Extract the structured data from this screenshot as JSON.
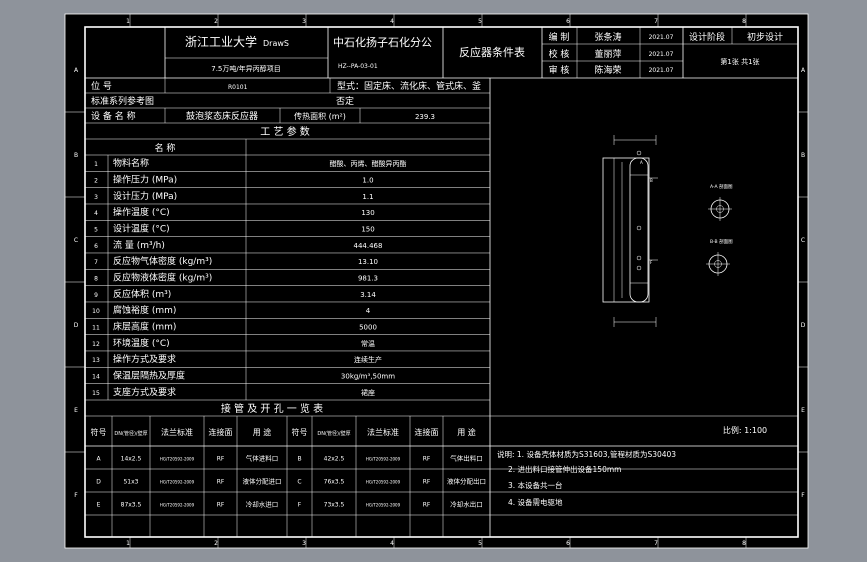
{
  "title_block": {
    "university": "浙江工业大学",
    "software": "DrawS",
    "project": "7.5万吨/年异丙醇项目",
    "company": "中石化扬子石化分公",
    "drawing_no": "HZ--PA-03-01",
    "sheet_title": "反应器条件表",
    "roles": [
      {
        "role": "编  制",
        "name": "张条涛",
        "date": "2021.07"
      },
      {
        "role": "校  核",
        "name": "董丽萍",
        "date": "2021.07"
      },
      {
        "role": "审  核",
        "name": "陈海荣",
        "date": "2021.07"
      }
    ],
    "stage_label": "设计阶段",
    "stage_value": "初步设计",
    "sheet_info": "第1张    共1张"
  },
  "header": {
    "position_label": "位    号",
    "position_value": "R0101",
    "type_text": "型式：固定床、流化床、管式床、釜",
    "standard_label": "标准系列参考图",
    "standard_value": "否定",
    "equipment_label": "设 备 名 称",
    "equipment_value": "鼓泡浆态床反应器",
    "area_label": "传热面积 (m²)",
    "area_value": "239.3"
  },
  "process": {
    "title": "工  艺  参  数",
    "col_name": "名        称",
    "rows": [
      {
        "no": "1",
        "name": "物料名称",
        "value": "醋酸、丙烯、醋酸异丙酯"
      },
      {
        "no": "2",
        "name": "操作压力 (MPa)",
        "value": "1.0"
      },
      {
        "no": "3",
        "name": "设计压力 (MPa)",
        "value": "1.1"
      },
      {
        "no": "4",
        "name": "操作温度 (°C)",
        "value": "130"
      },
      {
        "no": "5",
        "name": "设计温度 (°C)",
        "value": "150"
      },
      {
        "no": "6",
        "name": "流  量  (m³/h)",
        "value": "444.468"
      },
      {
        "no": "7",
        "name": "反应物气体密度 (kg/m³)",
        "value": "13.10"
      },
      {
        "no": "8",
        "name": "反应物液体密度 (kg/m³)",
        "value": "981.3"
      },
      {
        "no": "9",
        "name": "反应体积 (m³)",
        "value": "3.14"
      },
      {
        "no": "10",
        "name": "腐蚀裕度 (mm)",
        "value": "4"
      },
      {
        "no": "11",
        "name": "床层高度 (mm)",
        "value": "5000"
      },
      {
        "no": "12",
        "name": "环境温度 (°C)",
        "value": "常温"
      },
      {
        "no": "13",
        "name": "操作方式及要求",
        "value": "连续生产"
      },
      {
        "no": "14",
        "name": "保温层隔热及厚度",
        "value": "30kg/m³,50mm"
      },
      {
        "no": "15",
        "name": "支座方式及要求",
        "value": "裙座"
      }
    ]
  },
  "nozzles": {
    "title": "接  管  及  开  孔  一  览  表",
    "headers": [
      "符号",
      "DN(管径)/壁厚",
      "法兰标准",
      "连接面",
      "用  途",
      "符号",
      "DN(管径)/壁厚",
      "法兰标准",
      "连接面",
      "用  途"
    ],
    "rows": [
      [
        "A",
        "14x2.5",
        "HG/T20592-2009",
        "RF",
        "气体进料口",
        "B",
        "42x2.5",
        "HG/T20592-2009",
        "RF",
        "气体出料口"
      ],
      [
        "D",
        "51x3",
        "HG/T20592-2009",
        "RF",
        "液体分配进口",
        "C",
        "76x3.5",
        "HG/T20592-2009",
        "RF",
        "液体分配出口"
      ],
      [
        "E",
        "87x3.5",
        "HG/T20592-2009",
        "RF",
        "冷却水进口",
        "F",
        "73x3.5",
        "HG/T20592-2009",
        "RF",
        "冷却水出口"
      ]
    ]
  },
  "notes": {
    "scale": "比例: 1:100",
    "items": [
      "说明: 1. 设备壳体材质为S31603,管程材质为S30403",
      "2. 进出料口接管伸出设备150mm",
      "3. 本设备共一台",
      "4. 设备需电驱地"
    ]
  },
  "drawing": {
    "view1": "A-A 剖面图",
    "view2": "B-B 剖面图"
  },
  "grid": {
    "cols": [
      "1",
      "2",
      "3",
      "4",
      "5",
      "6",
      "7",
      "8"
    ],
    "rows": [
      "A",
      "B",
      "C",
      "D",
      "E",
      "F"
    ]
  }
}
